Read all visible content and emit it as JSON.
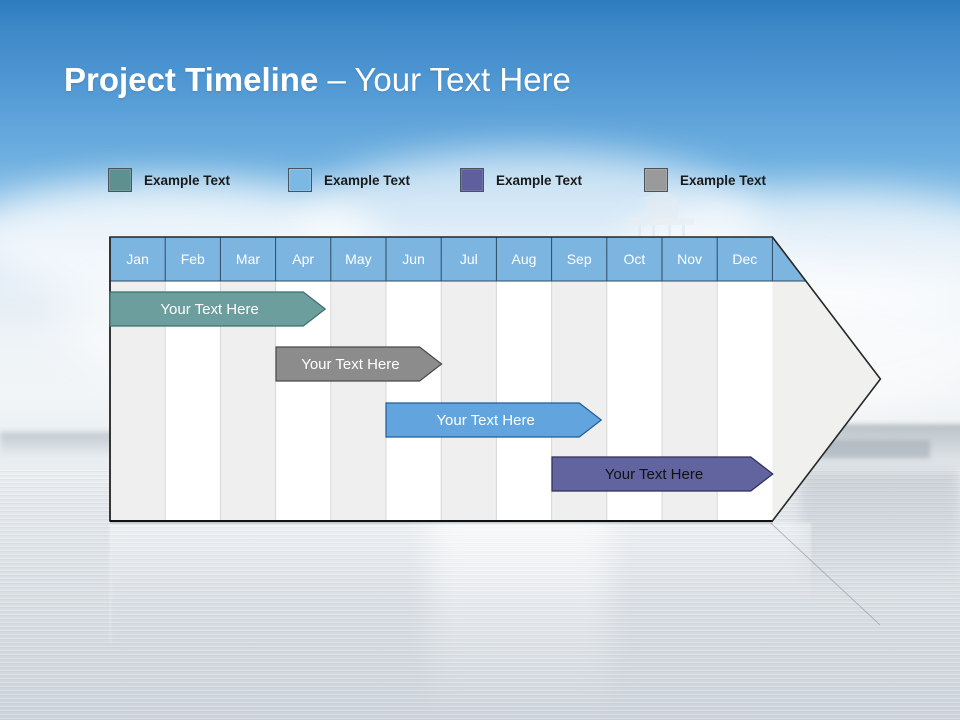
{
  "slide": {
    "title_bold": "Project Timeline",
    "title_separator": " – ",
    "title_light": "Your Text Here"
  },
  "legend": {
    "items": [
      {
        "label": "Example Text",
        "color": "#5f9090"
      },
      {
        "label": "Example Text",
        "color": "#7cb8e4"
      },
      {
        "label": "Example Text",
        "color": "#5e5f9c"
      },
      {
        "label": "Example Text",
        "color": "#9a9a9a"
      }
    ]
  },
  "chart_data": {
    "type": "bar",
    "title": "Project Timeline",
    "xlabel": "",
    "ylabel": "",
    "categories": [
      "Jan",
      "Feb",
      "Mar",
      "Apr",
      "May",
      "Jun",
      "Jul",
      "Aug",
      "Sep",
      "Oct",
      "Nov",
      "Dec"
    ],
    "header_color": "#7cb5e0",
    "grid_stripe_color": "#efefef",
    "grid_alt_color": "#ffffff",
    "arrow_fill": "#f0f0ee",
    "arrow_border": "#262626",
    "series": [
      {
        "name": "Your  Text Here",
        "label": "Your  Text Here",
        "color": "#6d9e9e",
        "border": "#3f6e6e",
        "text_color": "light",
        "start_month": 0,
        "end_month": 3.9,
        "row": 0
      },
      {
        "name": "Your  Text Here",
        "label": "Your  Text Here",
        "color": "#8c8c8c",
        "border": "#4a4a4a",
        "text_color": "light",
        "start_month": 3.0,
        "end_month": 6.0,
        "row": 1
      },
      {
        "name": "Your  Text Here",
        "label": "Your  Text Here",
        "color": "#62a5de",
        "border": "#1f5c96",
        "text_color": "light",
        "start_month": 5.0,
        "end_month": 8.9,
        "row": 2
      },
      {
        "name": "Your  Text Here",
        "label": "Your  Text Here",
        "color": "#6264a0",
        "border": "#2e2f58",
        "text_color": "dark",
        "start_month": 8.0,
        "end_month": 12.0,
        "row": 3
      }
    ]
  }
}
